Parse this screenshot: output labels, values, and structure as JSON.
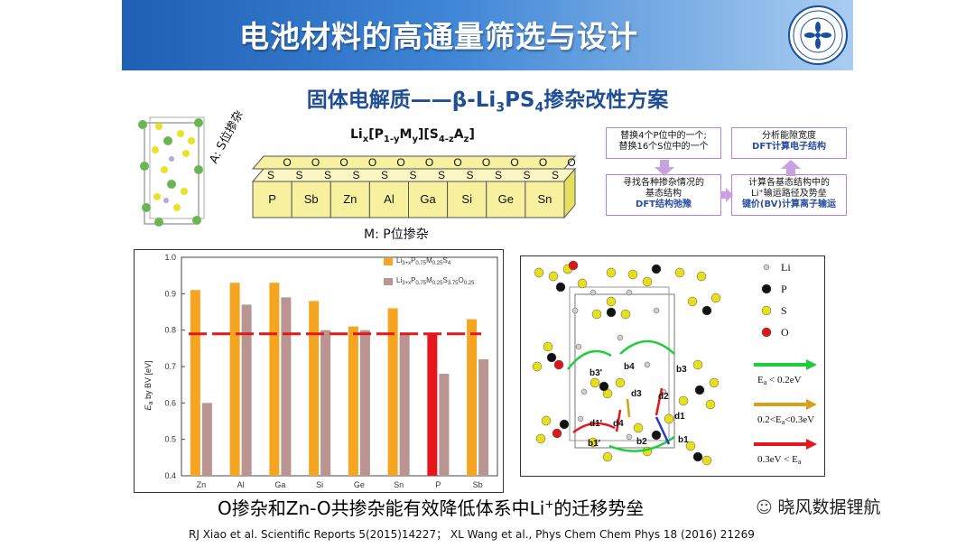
{
  "header": {
    "title": "电池材料的高通量筛选与设计"
  },
  "subtitle": {
    "pre": "固体电解质——β-Li",
    "s1": "3",
    "mid": "PS",
    "s2": "4",
    "post": "掺杂改性方案"
  },
  "formula": {
    "a": "Li",
    "b": "x",
    "c": "[P",
    "d": "1-y",
    "e": "M",
    "f": "y",
    "g": "][S",
    "h": "4-z",
    "i": "A",
    "j": "z",
    "k": "]"
  },
  "doping": {
    "a_site_label": "A: S位掺杂",
    "m_site_label": "M: P位掺杂",
    "o_row": [
      "O",
      "O",
      "O",
      "O",
      "O",
      "O",
      "O",
      "O",
      "O",
      "O",
      "O"
    ],
    "s_row": [
      "S",
      "S",
      "S",
      "S",
      "S",
      "S",
      "S",
      "S",
      "S",
      "S",
      "S"
    ],
    "elements": [
      "P",
      "Sb",
      "Zn",
      "Al",
      "Ga",
      "Si",
      "Ge",
      "Sn"
    ]
  },
  "flow": {
    "box1": [
      "替换4个P位中的一个;",
      "替换16个S位中的一个"
    ],
    "box2_line1": "分析能隙宽度",
    "box2_line2": "DFT计算电子结构",
    "box3_line1": "寻找各种掺杂情况的",
    "box3_line2": "基态结构",
    "box3_line3": "DFT结构弛豫",
    "box4_line1": "计算各基态结构中的",
    "box4_line2": "Li⁺输运路径及势垒",
    "box4_line3": "键价(BV)计算离子输运"
  },
  "chart_data": {
    "type": "bar",
    "categories": [
      "Zn",
      "Al",
      "Ga",
      "Si",
      "Ge",
      "Sn",
      "P",
      "Sb"
    ],
    "ylim": [
      0.4,
      1.0
    ],
    "yticks": [
      "0.4",
      "0.5",
      "0.6",
      "0.7",
      "0.8",
      "0.9",
      "1.0"
    ],
    "ylabel": "E",
    "ylabel_sub": "a",
    "ylabel_rest": " by BV [eV]",
    "threshold": 0.79,
    "series": [
      {
        "name_parts": [
          "Li",
          "3+x",
          "P",
          "0.75",
          "M",
          "0.25",
          "S",
          "4",
          "",
          ""
        ],
        "color": "#f5a51f",
        "values": [
          0.91,
          0.93,
          0.93,
          0.88,
          0.81,
          0.86,
          0.79,
          0.83
        ]
      },
      {
        "name_parts": [
          "Li",
          "3+x",
          "P",
          "0.75",
          "M",
          "0.25",
          "S",
          "3.75",
          "O",
          "0.25"
        ],
        "color": "#b99490",
        "values": [
          0.6,
          0.87,
          0.89,
          0.8,
          0.8,
          0.79,
          0.68,
          0.72
        ]
      }
    ],
    "highlight_index": 6,
    "highlight_color": "#e5161c"
  },
  "structure_legend": {
    "atoms": [
      {
        "label": "Li",
        "color": "#cfcfcf"
      },
      {
        "label": "P",
        "color": "#111111"
      },
      {
        "label": "S",
        "color": "#e6e01c"
      },
      {
        "label": "O",
        "color": "#d8181c"
      }
    ],
    "arrows": [
      {
        "color": "#1fcc3a",
        "pre": "E",
        "sub1": "a",
        "mid": " < 0.2eV",
        "sub2": "",
        "post": ""
      },
      {
        "color": "#d4a21d",
        "pre": "0.2<E",
        "sub1": "a",
        "mid": "<0.3eV",
        "sub2": "",
        "post": ""
      },
      {
        "color": "#e5161c",
        "pre": "0.3eV < E",
        "sub1": "a",
        "mid": "",
        "sub2": "",
        "post": ""
      }
    ],
    "path_labels": [
      "b4",
      "b3",
      "b3'",
      "d3",
      "d2",
      "d1",
      "d4",
      "d1'",
      "b1'",
      "b2",
      "b1"
    ]
  },
  "caption": {
    "pre": "O掺杂和Zn-O共掺杂能有效降低体系中Li",
    "sup": "+",
    "post": "的迁移势垒"
  },
  "watermark": "晓风数据锂航",
  "references": "RJ Xiao et al. Scientific Reports 5(2015)14227； XL Wang et al., Phys Chem Chem Phys 18 (2016) 21269"
}
